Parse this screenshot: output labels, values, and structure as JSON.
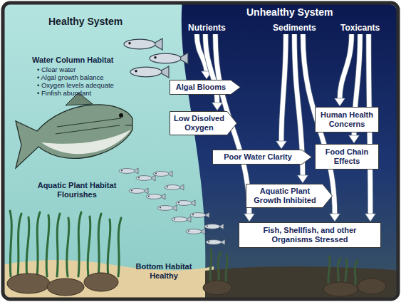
{
  "diagram": {
    "nodes": [
      {
        "text": [
          "Nutrients"
        ]
      },
      {
        "text": [
          "Sediments"
        ]
      },
      {
        "text": [
          "Toxicants"
        ]
      },
      {
        "text": [
          "Algal Blooms"
        ]
      },
      {
        "text": [
          "Low Disolved Oxygen"
        ]
      },
      {
        "text": [
          "Poor Water Clarity"
        ]
      },
      {
        "text": [
          "Human Health Concerns"
        ]
      },
      {
        "text": [
          "Food Chain Effects"
        ]
      },
      {
        "text": [
          "Aquatic Plant Growth Inhibited"
        ]
      },
      {
        "text": [
          "Fish, Shellfish, and other Organisms Stressed"
        ]
      }
    ],
    "edges": [
      {
        "from": 0,
        "to": 3,
        "arrow": "to"
      },
      {
        "from": 0,
        "to": 4,
        "arrow": "to"
      },
      {
        "from": 0,
        "to": 9,
        "arrow": "to"
      },
      {
        "from": 1,
        "to": 5,
        "arrow": "to"
      },
      {
        "from": 1,
        "to": 8,
        "arrow": "to"
      },
      {
        "from": 1,
        "to": 9,
        "arrow": "to"
      },
      {
        "from": 2,
        "to": 6,
        "arrow": "to"
      },
      {
        "from": 2,
        "to": 7,
        "arrow": "to"
      },
      {
        "from": 2,
        "to": 9,
        "arrow": "to"
      }
    ],
    "labels": [
      "Healthy System",
      "Unhealthy System",
      "Water Column Habitat",
      "• Clear water",
      "• Algal growth balance",
      "• Oxygen levels adequate",
      "• Finfish abundant",
      "Aquatic Plant Habitat Flourishes",
      "Bottom Habitat Healthy"
    ]
  }
}
